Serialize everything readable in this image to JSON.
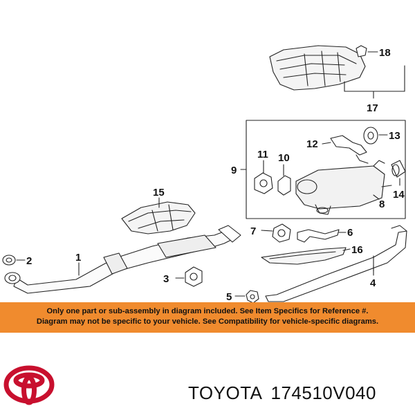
{
  "diagram": {
    "callouts": [
      {
        "id": "c1",
        "label": "1"
      },
      {
        "id": "c2",
        "label": "2"
      },
      {
        "id": "c3",
        "label": "3"
      },
      {
        "id": "c4",
        "label": "4"
      },
      {
        "id": "c5",
        "label": "5"
      },
      {
        "id": "c6",
        "label": "6"
      },
      {
        "id": "c7",
        "label": "7"
      },
      {
        "id": "c8",
        "label": "8"
      },
      {
        "id": "c9",
        "label": "9"
      },
      {
        "id": "c10",
        "label": "10"
      },
      {
        "id": "c11",
        "label": "11"
      },
      {
        "id": "c12",
        "label": "12"
      },
      {
        "id": "c13",
        "label": "13"
      },
      {
        "id": "c14",
        "label": "14"
      },
      {
        "id": "c15",
        "label": "15"
      },
      {
        "id": "c16",
        "label": "16"
      },
      {
        "id": "c17",
        "label": "17"
      },
      {
        "id": "c18",
        "label": "18"
      }
    ]
  },
  "notice": {
    "line1": "Only one part or sub-assembly in diagram included. See Item Specifics for Reference #.",
    "line2": "Diagram may not be specific to your vehicle. See Compatibility for vehicle-specific diagrams.",
    "background_color": "#f08b2e"
  },
  "brand": {
    "name": "TOYOTA",
    "part_number": "174510V040",
    "logo_color": "#c8102e",
    "logo_icon": "toyota-logo-icon"
  }
}
